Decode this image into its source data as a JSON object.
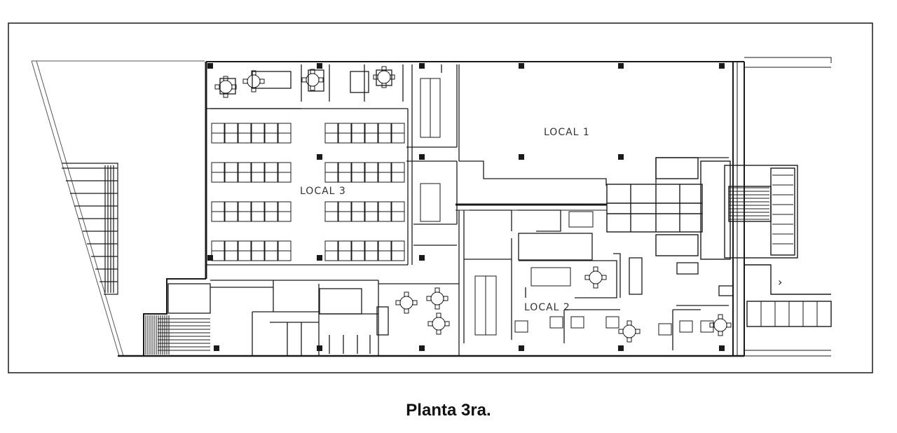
{
  "plan": {
    "caption": "Planta 3ra.",
    "rooms": [
      {
        "id": "local-1",
        "label": "LOCAL  1"
      },
      {
        "id": "local-2",
        "label": "LOCAL  2"
      },
      {
        "id": "local-3",
        "label": "LOCAL  3"
      }
    ],
    "stair_arrow": "›",
    "colors": {
      "line": "#1a1a1a",
      "light_line": "#7a7a7a",
      "background": "#ffffff"
    }
  }
}
